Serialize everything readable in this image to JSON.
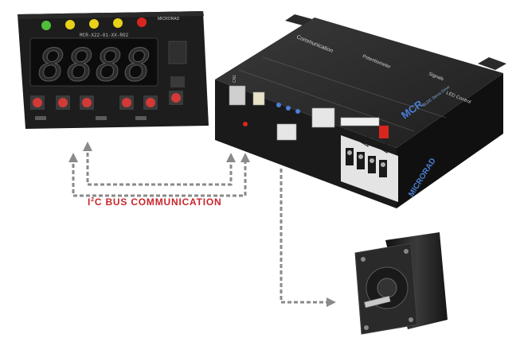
{
  "caption": {
    "prefix": "I",
    "superscript": "2",
    "suffix": "C BUS COMMUNICATION",
    "color": "#c8262a"
  },
  "display_board": {
    "brand": "MICRORAD",
    "model": "MCR-X22-01-XX-R02",
    "digits": [
      "8",
      "8",
      "8",
      "8"
    ],
    "led_colors": [
      "#4fbf3a",
      "#e8d21a",
      "#e8d21a",
      "#e8d21a",
      "#d8261f"
    ],
    "button_color": "#d23a36"
  },
  "driver": {
    "label_mcr": "MCR",
    "label_type": "BLDC Servo Drive",
    "label_brand": "MICRORAD",
    "header_communication": "Communication",
    "header_potentiometer": "Potentiometer",
    "header_signals": "Signals",
    "header_led": "LED Control",
    "connector_ref": "CN1"
  },
  "colors": {
    "arrow": "#8a8a8a",
    "board": "#1d1d1d",
    "driver_top": "#2c2c2c",
    "driver_side": "#161616",
    "motor": "#232323"
  }
}
